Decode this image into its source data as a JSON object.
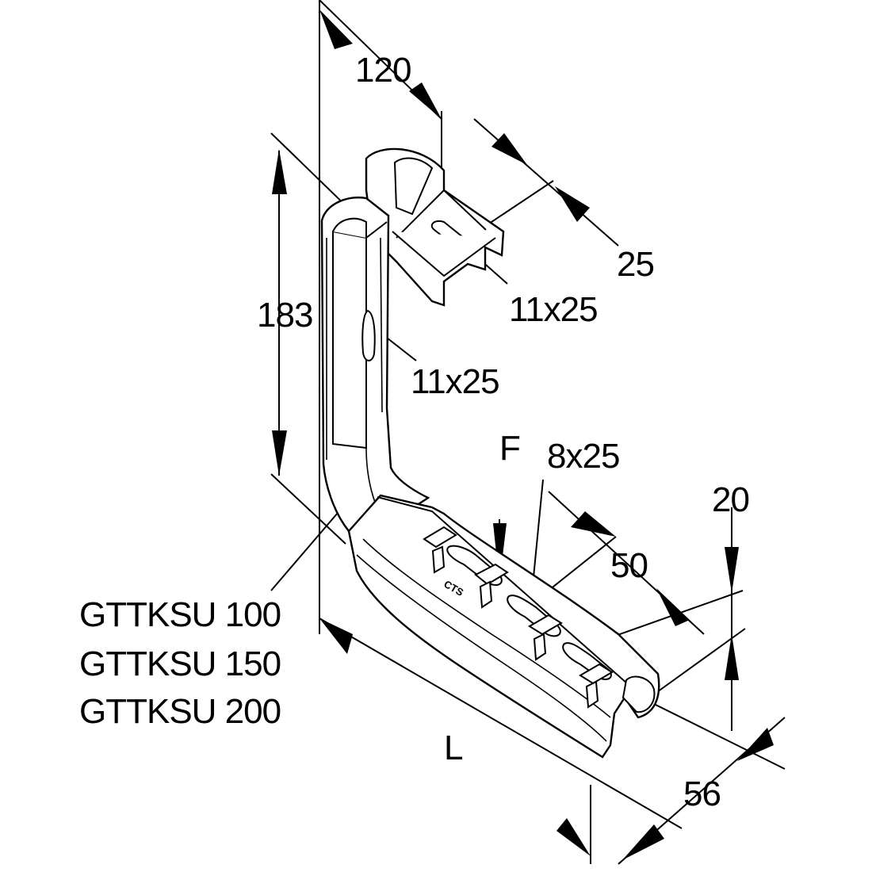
{
  "drawing": {
    "product_codes": [
      "GTTKSU 100",
      "GTTKSU 150",
      "GTTKSU 200"
    ],
    "dimensions": {
      "top_width": "120",
      "height": "183",
      "flange_width": "25",
      "top_slot": "11x25",
      "vertical_slot": "11x25",
      "force": "F",
      "arm_slot": "8x25",
      "arm_width": "50",
      "lip_height": "20",
      "base_depth": "56",
      "length": "L"
    },
    "stamp": "CTS",
    "colors": {
      "line": "#000000",
      "background": "#ffffff"
    }
  }
}
